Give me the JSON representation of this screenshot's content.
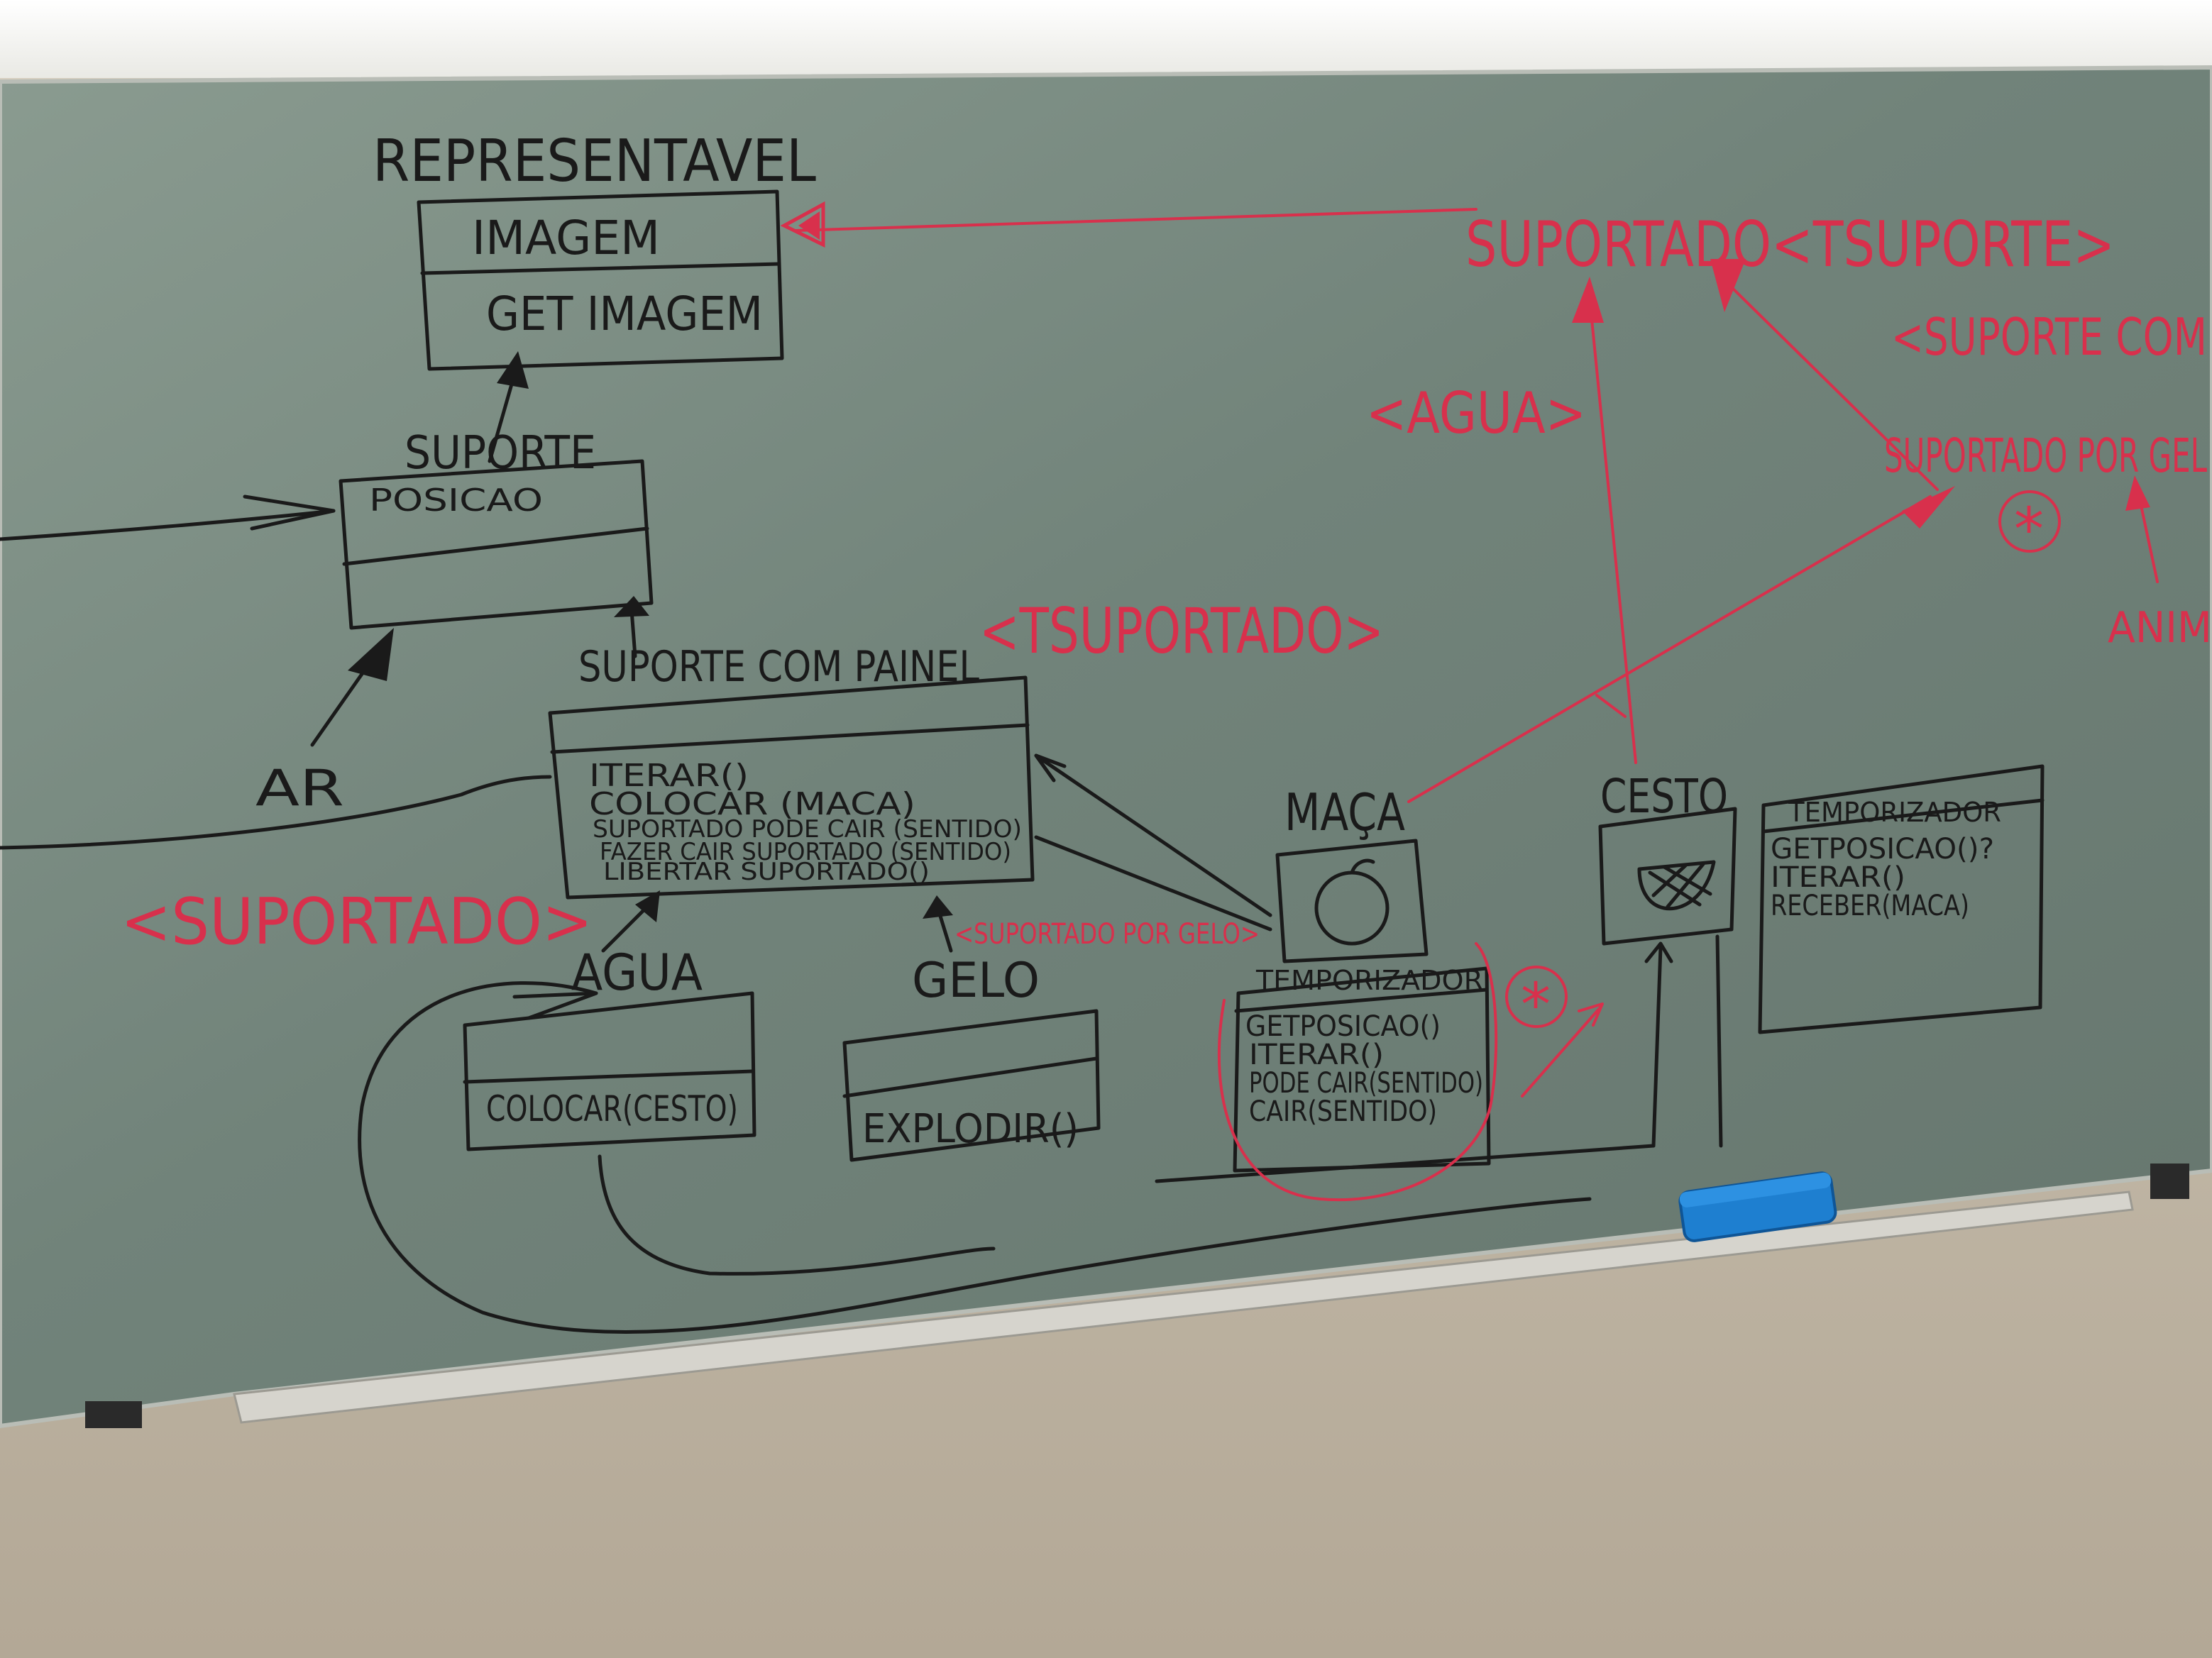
{
  "classes": {
    "representavel": {
      "name": "REPRESENTAVEL",
      "attribute": "IMAGEM",
      "method": "GET IMAGEM"
    },
    "suporte": {
      "name": "SUPORTE",
      "attribute": "POSICAO"
    },
    "suporte_com_painel": {
      "name": "SUPORTE COM PAINEL",
      "generic": "<TSUPORTADO>",
      "methods": [
        "ITERAR()",
        "COLOCAR (MACA)",
        "SUPORTADO PODE CAIR (SENTIDO)",
        "FAZER CAIR SUPORTADO (SENTIDO)",
        "LIBERTAR SUPORTADO()"
      ]
    },
    "agua": {
      "name": "AGUA",
      "method": "COLOCAR(CESTO)"
    },
    "gelo": {
      "name": "GELO",
      "method": "EXPLODIR()"
    },
    "maca": {
      "name": "MAÇA",
      "section": "TEMPORIZADOR",
      "methods": [
        "GETPOSICAO()",
        "ITERAR()",
        "PODE CAIR(SENTIDO)",
        "CAIR(SENTIDO)"
      ]
    },
    "cesto": {
      "name": "CESTO"
    },
    "temporizador": {
      "name": "TEMPORIZADOR",
      "methods": [
        "GETPOSICAO()?",
        "ITERAR()",
        "RECEBER(MACA)"
      ]
    },
    "ar": {
      "name": "AR"
    }
  },
  "red_annotations": {
    "suportado_generic": "SUPORTADO<TSUPORTE>",
    "suporte_com_generic": "<SUPORTE COM",
    "agua_generic": "<AGUA>",
    "suportado_por_gelo": "SUPORTADO POR GEL",
    "anim": "ANIM",
    "suportado_label": "<SUPORTADO>",
    "suportado_por_gelo_small": "<SUPORTADO POR GELO>",
    "asterisk": "*"
  },
  "colors": {
    "board": "#76887f",
    "marker_black": "#1a1a1a",
    "marker_red": "#d8304c",
    "eraser": "#1e7fd0"
  }
}
